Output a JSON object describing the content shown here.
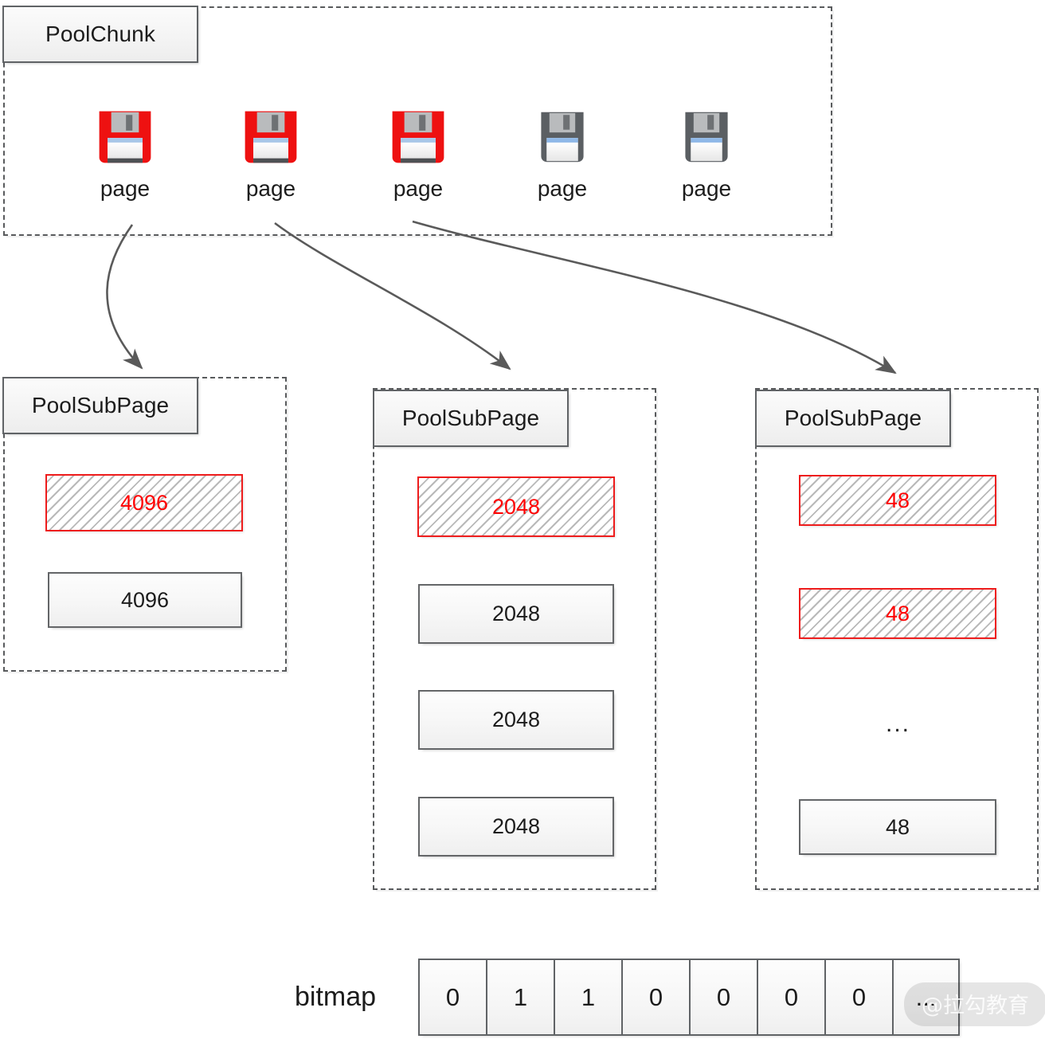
{
  "chunk": {
    "title": "PoolChunk",
    "pages": [
      {
        "label": "page",
        "state": "used",
        "icon": "floppy-disk-icon"
      },
      {
        "label": "page",
        "state": "used",
        "icon": "floppy-disk-icon"
      },
      {
        "label": "page",
        "state": "used",
        "icon": "floppy-disk-icon"
      },
      {
        "label": "page",
        "state": "free",
        "icon": "floppy-disk-icon"
      },
      {
        "label": "page",
        "state": "free",
        "icon": "floppy-disk-icon"
      }
    ]
  },
  "subpages": [
    {
      "title": "PoolSubPage",
      "blocks": [
        {
          "label": "4096",
          "state": "used"
        },
        {
          "label": "4096",
          "state": "free"
        }
      ]
    },
    {
      "title": "PoolSubPage",
      "blocks": [
        {
          "label": "2048",
          "state": "used"
        },
        {
          "label": "2048",
          "state": "free"
        },
        {
          "label": "2048",
          "state": "free"
        },
        {
          "label": "2048",
          "state": "free"
        }
      ]
    },
    {
      "title": "PoolSubPage",
      "blocks": [
        {
          "label": "48",
          "state": "used"
        },
        {
          "label": "48",
          "state": "used"
        },
        {
          "label": "...",
          "state": "ellipsis"
        },
        {
          "label": "48",
          "state": "free"
        }
      ]
    }
  ],
  "bitmap": {
    "label": "bitmap",
    "cells": [
      "0",
      "1",
      "1",
      "0",
      "0",
      "0",
      "0",
      "..."
    ]
  },
  "watermark": {
    "text": "@拉勾教育"
  },
  "colors": {
    "used_border": "#ee1c1c",
    "used_text": "#ff0000",
    "free_border": "#646668",
    "dash_border": "#595b5d",
    "arrow": "#5a5a5a",
    "floppy_used": "#ee1111",
    "floppy_free": "#5b5f63"
  }
}
